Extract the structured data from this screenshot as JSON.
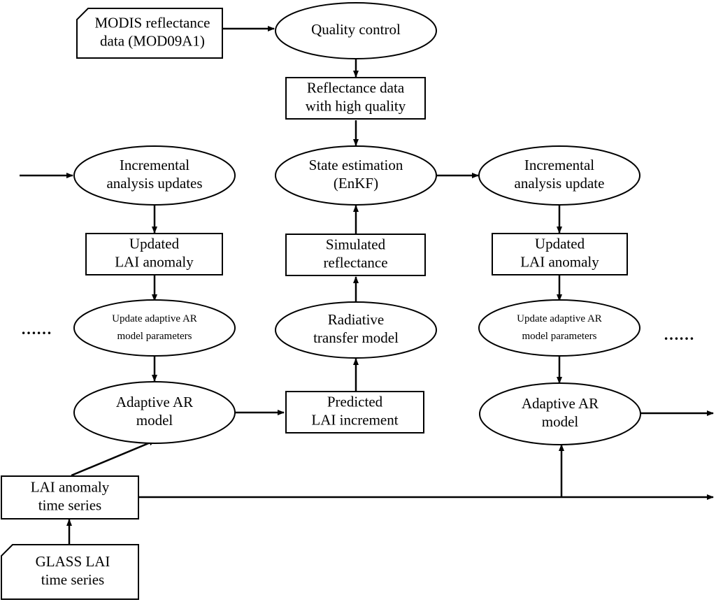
{
  "nodes": {
    "modis_data": {
      "lines": [
        "MODIS reflectance",
        "data (MOD09A1)"
      ]
    },
    "quality_control": {
      "lines": [
        "Quality control"
      ]
    },
    "reflectance_hq": {
      "lines": [
        "Reflectance data",
        "with high quality"
      ]
    },
    "state_estimation": {
      "lines": [
        "State estimation",
        "(EnKF)"
      ]
    },
    "simulated_refl": {
      "lines": [
        "Simulated",
        "reflectance"
      ]
    },
    "rtm": {
      "lines": [
        "Radiative",
        "transfer model"
      ]
    },
    "predicted_inc": {
      "lines": [
        "Predicted",
        "LAI increment"
      ]
    },
    "inc_updates_left": {
      "lines": [
        "Incremental",
        "analysis updates"
      ]
    },
    "updated_left": {
      "lines": [
        "Updated",
        "LAI anomaly"
      ]
    },
    "update_ar_left": {
      "lines": [
        "Update adaptive AR",
        "model parameters"
      ]
    },
    "ar_model_left": {
      "lines": [
        "Adaptive AR",
        "model"
      ]
    },
    "inc_update_right": {
      "lines": [
        "Incremental",
        "analysis update"
      ]
    },
    "updated_right": {
      "lines": [
        "Updated",
        "LAI anomaly"
      ]
    },
    "update_ar_right": {
      "lines": [
        "Update adaptive AR",
        "model parameters"
      ]
    },
    "ar_model_right": {
      "lines": [
        "Adaptive AR",
        "model"
      ]
    },
    "lai_anomaly_ts": {
      "lines": [
        "LAI anomaly",
        "time series"
      ]
    },
    "glass_lai": {
      "lines": [
        "GLASS LAI",
        "time series"
      ]
    }
  },
  "ellipsis_left": "……",
  "ellipsis_right": "……"
}
